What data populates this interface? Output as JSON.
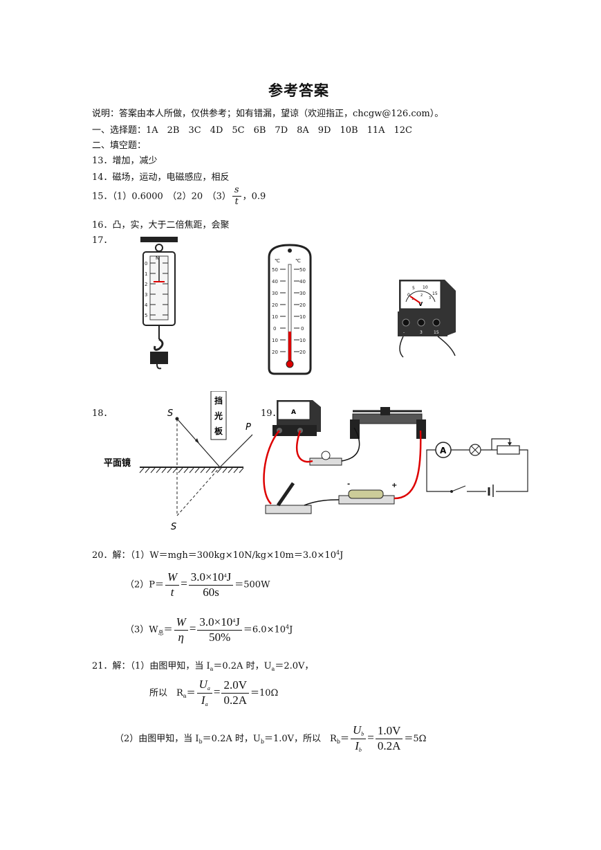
{
  "title": "参考答案",
  "note": "说明：答案由本人所做，仅供参考；如有错漏，望谅（欢迎指正，chcgw@126.com）。",
  "section1": "一、选择题：1A　2B　3C　4D　5C　6B　7D　8A　9D　10B　11A　12C",
  "section2": "二、填空题：",
  "q13": "13．增加，减少",
  "q14": "14．磁场，运动，电磁感应，相反",
  "q15": {
    "a": "15．（1）0.6000　（2）20　（3）",
    "frac_num": "s",
    "frac_den": "t",
    "b": "，0.9"
  },
  "q16": "16．凸，实，大于二倍焦距，会聚",
  "q17": "17．",
  "q18": "18．",
  "q19": "19．",
  "fig18": {
    "S": "S",
    "S_image": "S",
    "P": "P",
    "mirror": "平面镜",
    "board": [
      "挡",
      "光",
      "板"
    ]
  },
  "fig17": {
    "spring_scale_unit": "N",
    "spring_ticks": [
      "0",
      "1",
      "2",
      "3",
      "4",
      "5"
    ],
    "thermo_unit": "℃",
    "thermo_ticks": [
      "50",
      "40",
      "30",
      "20",
      "10",
      "0",
      "10",
      "20"
    ],
    "volt_ticks": [
      "0",
      "5",
      "10",
      "15"
    ],
    "volt_inner": [
      "1",
      "2",
      "3"
    ],
    "volt_symbol": "V",
    "volt_terminals": [
      "-",
      "3",
      "15"
    ]
  },
  "fig19": {
    "ammeter": "A",
    "minus": "-",
    "plus": "+",
    "circuit_A": "A"
  },
  "q20": {
    "line1": "20．解：（1）W＝mgh＝300kg×10N/kg×10m＝3.0×10",
    "line1_exp": "4",
    "line1_unit": "J",
    "p2_prefix": "（2）P＝",
    "p2_f1_num": "W",
    "p2_f1_den": "t",
    "p2_f2_num": "3.0×10",
    "p2_f2_exp": "4",
    "p2_f2_unit": "J",
    "p2_f2_den": "60s",
    "p2_result": "＝500W",
    "p3_prefix": "（3）W",
    "p3_sub": "总",
    "p3_f1_num": "W",
    "p3_f1_den": "η",
    "p3_f2_num": "3.0×10",
    "p3_f2_exp": "4",
    "p3_f2_unit": "J",
    "p3_f2_den": "50%",
    "p3_result": "＝6.0×10",
    "p3_exp": "4",
    "p3_unit": "J"
  },
  "q21": {
    "line1": "21．解：（1）由图甲知，当 I",
    "line1_sub1": "a",
    "line1_mid": "＝0.2A 时，U",
    "line1_sub2": "a",
    "line1_end": "＝2.0V，",
    "l2_prefix": "所以　R",
    "l2_sub": "a",
    "l2_f1_num": "U",
    "l2_f1_num_sub": "a",
    "l2_f1_den": "I",
    "l2_f1_den_sub": "a",
    "l2_f2_num": "2.0V",
    "l2_f2_den": "0.2A",
    "l2_result": "＝10Ω",
    "l3_a": "（2）由图甲知，当 I",
    "l3_sub1": "b",
    "l3_b": "＝0.2A 时，U",
    "l3_sub2": "b",
    "l3_c": "＝1.0V，所以　R",
    "l3_sub3": "b",
    "l3_f1_num": "U",
    "l3_f1_num_sub": "b",
    "l3_f1_den": "I",
    "l3_f1_den_sub": "b",
    "l3_f2_num": "1.0V",
    "l3_f2_den": "0.2A",
    "l3_result": "＝5Ω"
  }
}
